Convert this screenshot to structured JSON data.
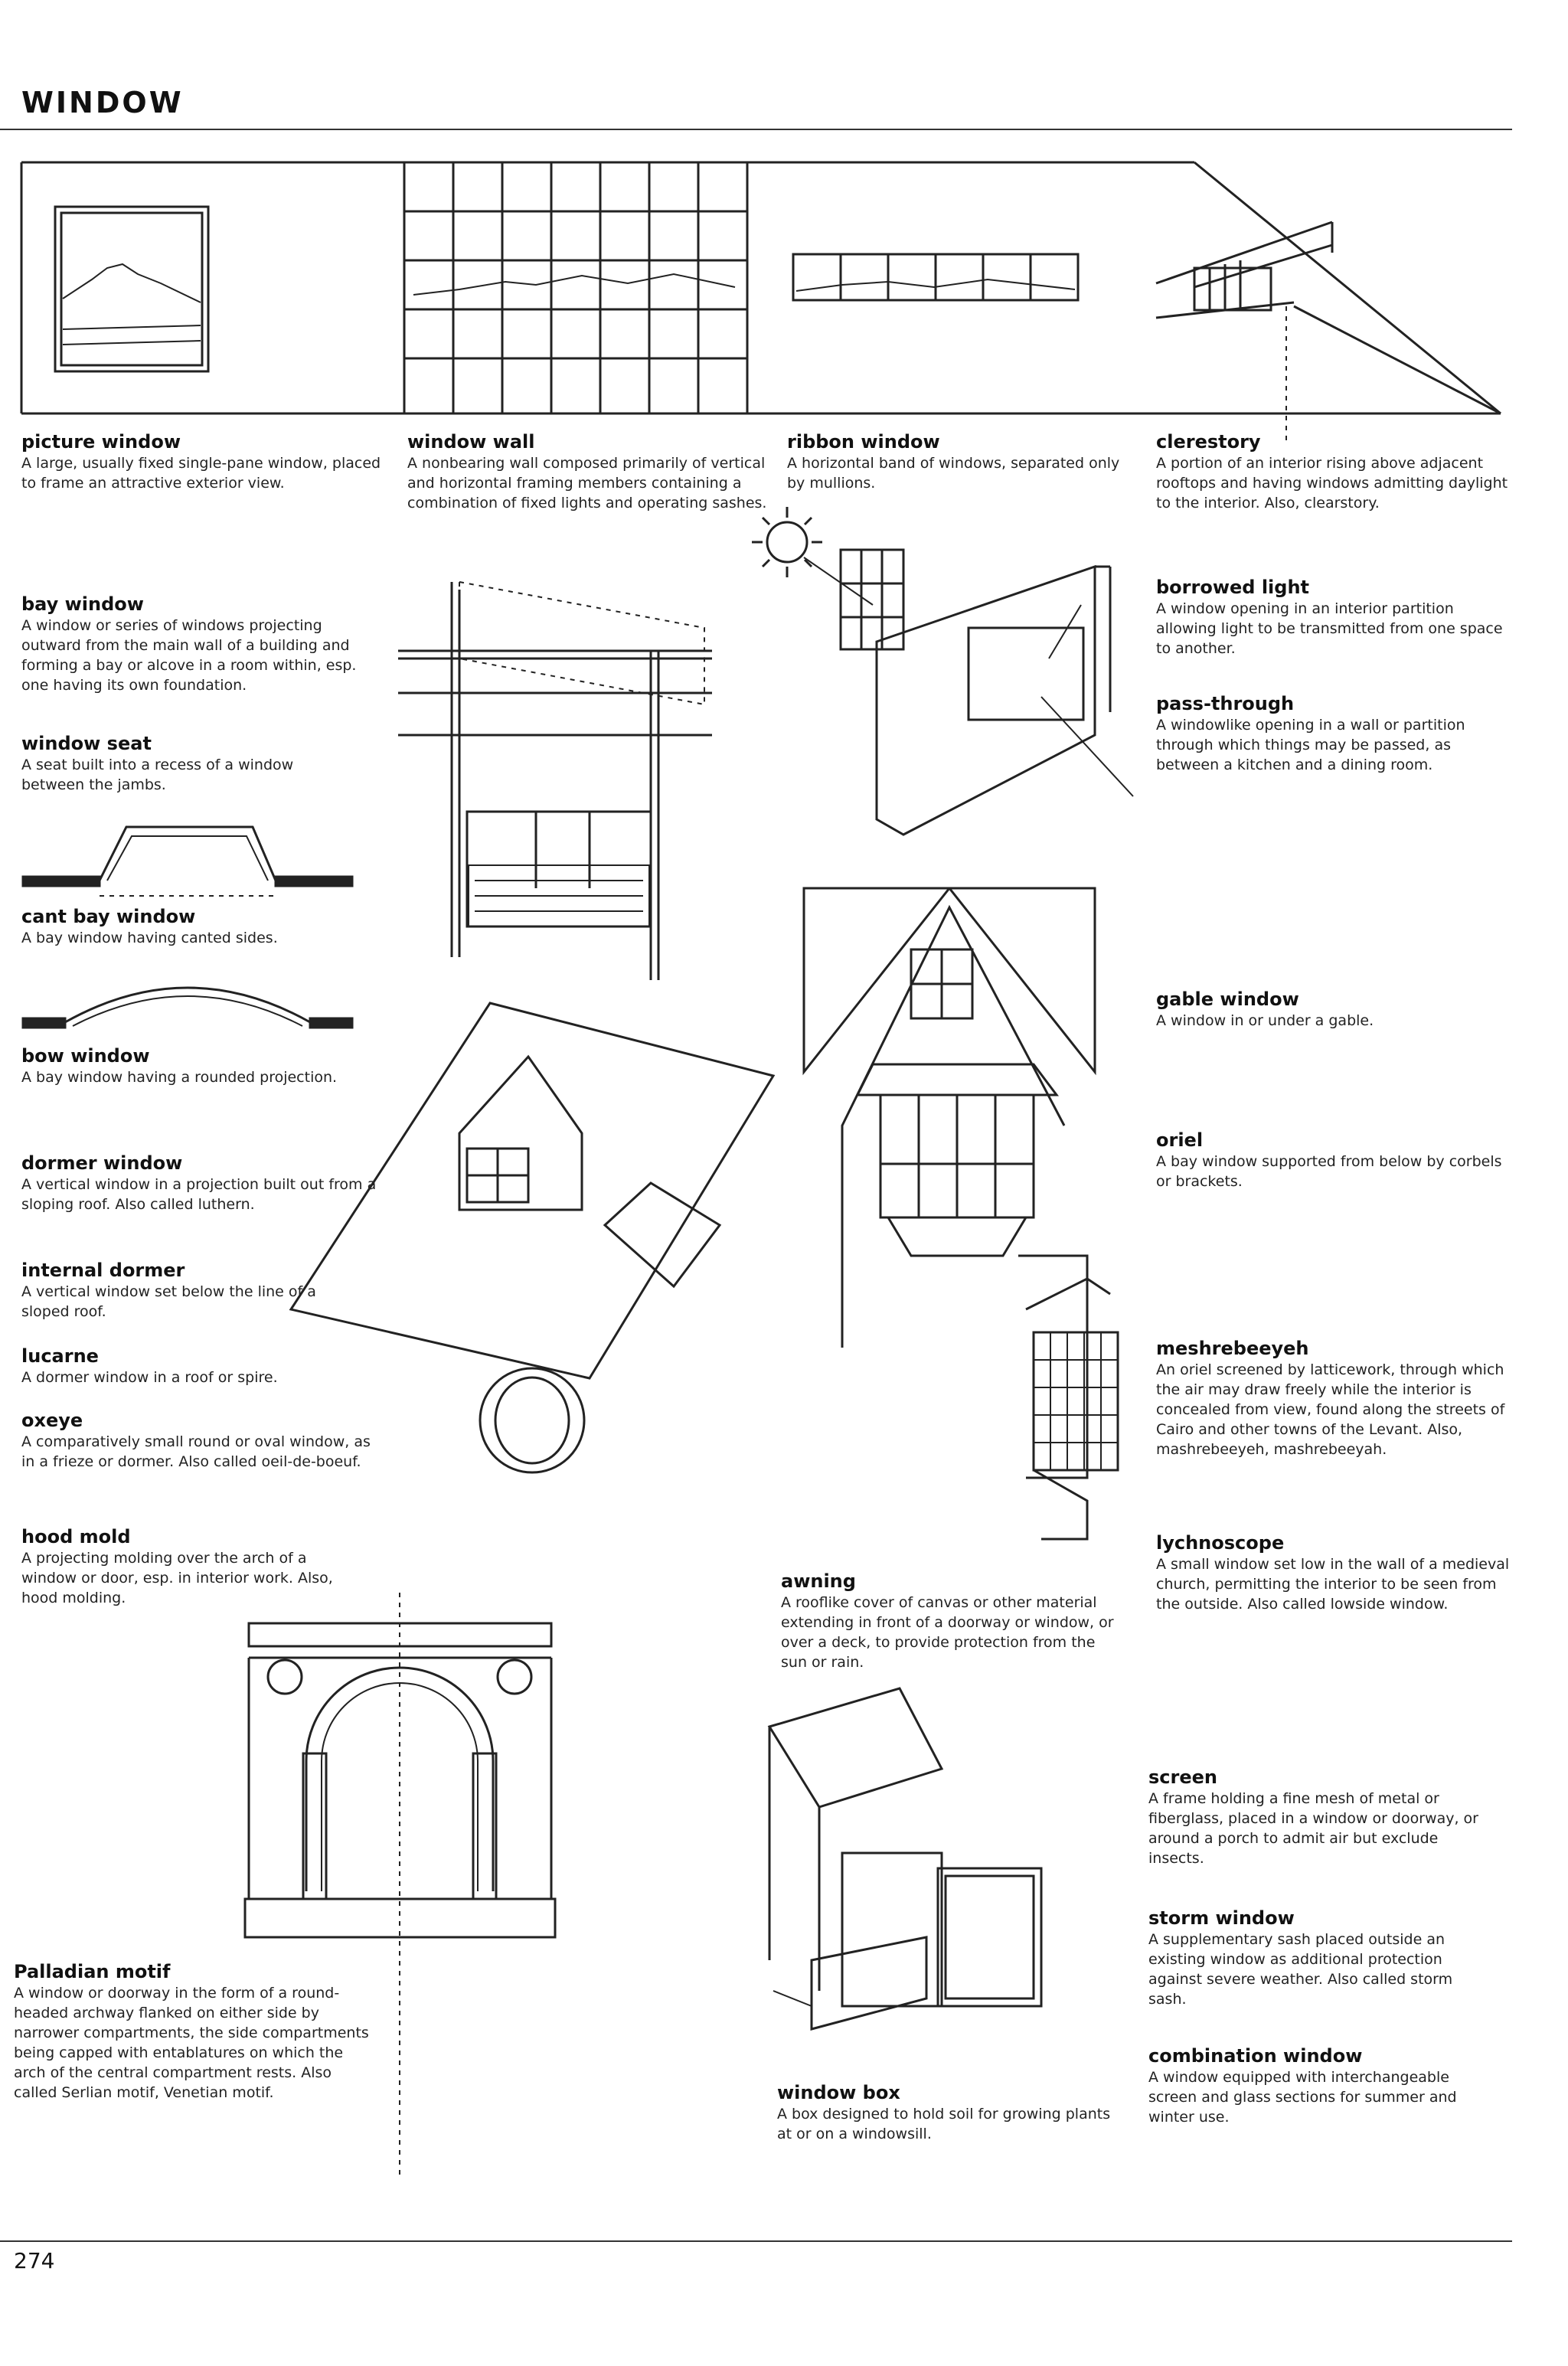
{
  "page": {
    "title": "WINDOW",
    "page_number": "274"
  },
  "entries": [
    {
      "term": "picture window",
      "def": "A large, usually fixed single-pane window, placed to frame an attractive exterior view."
    },
    {
      "term": "window wall",
      "def": "A nonbearing wall composed primarily of vertical and horizontal framing members containing a combination of fixed lights and operating sashes."
    },
    {
      "term": "ribbon window",
      "def": "A horizontal band of windows, separated only by mullions."
    },
    {
      "term": "clerestory",
      "def": "A portion of an interior rising above adjacent rooftops and having windows admitting daylight to the interior. Also, clearstory."
    },
    {
      "term": "borrowed light",
      "def": "A window opening in an interior partition allowing light to be transmitted from one space to another."
    },
    {
      "term": "pass-through",
      "def": "A windowlike opening in a wall or partition through which things may be passed, as between a kitchen and a dining room."
    },
    {
      "term": "bay window",
      "def": "A window or series of windows projecting outward from the main wall of a building and forming a bay or alcove in a room within, esp. one having its own foundation."
    },
    {
      "term": "window seat",
      "def": "A seat built into a recess of a window between the jambs."
    },
    {
      "term": "cant bay window",
      "def": "A bay window having canted sides."
    },
    {
      "term": "bow window",
      "def": "A bay window having a rounded projection."
    },
    {
      "term": "gable window",
      "def": "A window in or under a gable."
    },
    {
      "term": "oriel",
      "def": "A bay window supported from below by corbels or brackets."
    },
    {
      "term": "dormer window",
      "def": "A vertical window in a projection built out from a sloping roof. Also called luthern."
    },
    {
      "term": "internal dormer",
      "def": "A vertical window set below the line of a sloped roof."
    },
    {
      "term": "lucarne",
      "def": "A dormer window in a roof or spire."
    },
    {
      "term": "oxeye",
      "def": "A comparatively small round or oval window, as in a frieze or dormer. Also called oeil-de-boeuf."
    },
    {
      "term": "meshrebeeyeh",
      "def": "An oriel screened by latticework, through which the air may draw freely while the interior is concealed from view, found along the streets of Cairo and other towns of the Levant. Also, mashrebeeyeh, mashrebeeyah."
    },
    {
      "term": "lychnoscope",
      "def": "A small window set low in the wall of a medieval church, permitting the interior to be seen from the outside. Also called lowside window."
    },
    {
      "term": "hood mold",
      "def": "A projecting molding over the arch of a window or door, esp. in interior work. Also, hood molding."
    },
    {
      "term": "awning",
      "def": "A rooflike cover of canvas or other material extending in front of a doorway or window, or over a deck, to provide protection from the sun or rain."
    },
    {
      "term": "screen",
      "def": "A frame holding a fine mesh of metal or fiberglass, placed in a window or doorway, or around a porch to admit air but exclude insects."
    },
    {
      "term": "storm window",
      "def": "A supplementary sash placed outside an existing window as additional protection against severe weather. Also called storm sash."
    },
    {
      "term": "combination window",
      "def": "A window equipped with interchangeable screen and glass sections for summer and winter use."
    },
    {
      "term": "Palladian motif",
      "def": "A window or doorway in the form of a round-headed archway flanked on either side by narrower compartments, the side compartments being capped with entablatures on which the arch of the central compartment rests. Also called Serlian motif, Venetian motif."
    },
    {
      "term": "window box",
      "def": "A box designed to hold soil for growing plants at or on a windowsill."
    }
  ]
}
